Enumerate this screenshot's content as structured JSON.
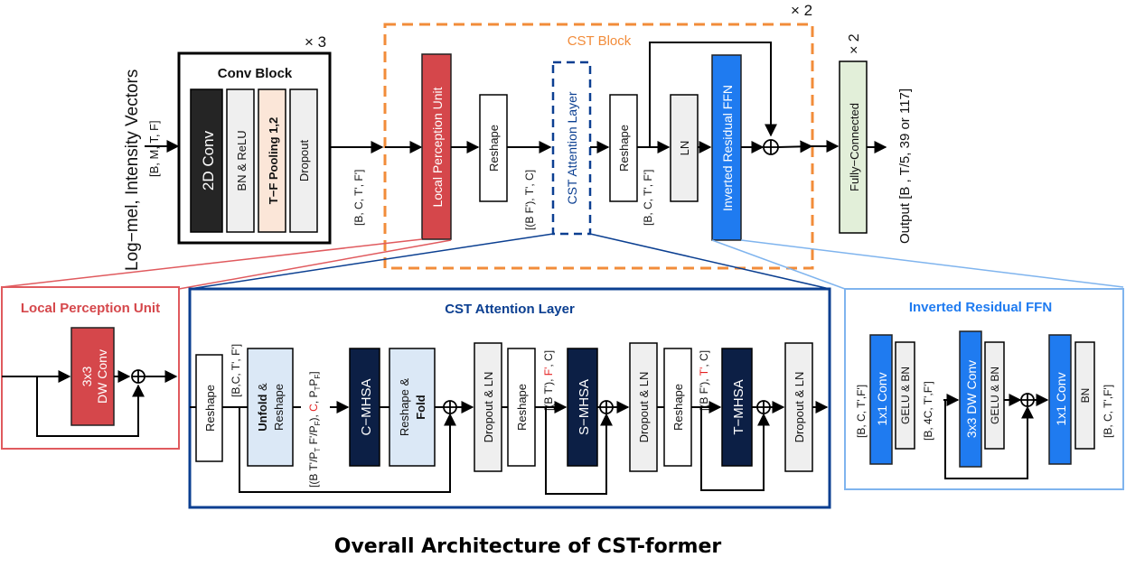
{
  "title": "Overall Architecture of CST-former",
  "colors": {
    "lpu_red": "#d5474b",
    "lpu_outline": "#e05a5e",
    "cst_blue": "#0b3f91",
    "ffn_blue": "#1f7bf0",
    "ffn_light_blue": "#7fb4ee",
    "cst_orange": "#f28c3a",
    "dark": "#252525",
    "navy": "#0c1f45",
    "light_gray": "#efefef",
    "light_blue_box": "#dbe8f6",
    "peach": "#fbe6d8",
    "pale_green": "#e2efd9",
    "highlight_red": "#e52222"
  },
  "top": {
    "input_label": "Log−mel, Intensity Vectors",
    "input_shape": "[B, M, T, F]",
    "conv_block": {
      "title": "Conv Block",
      "repeat": "× 3",
      "layers": [
        "2D Conv",
        "BN & ReLU",
        "T−F Pooling 1,2",
        "Dropout"
      ]
    },
    "after_conv_shape": "[B, C, T', F']",
    "cst_block": {
      "title": "CST Block",
      "repeat": "× 2",
      "lpu": "Local Perception Unit",
      "reshape1": "Reshape",
      "shape1": "[(B F'), T', C]",
      "attention": "CST Attention Layer",
      "reshape2": "Reshape",
      "shape2": "[B, C, T', F']",
      "ln": "LN",
      "ffn": "Inverted Residual FFN"
    },
    "fc": {
      "label": "Fully−Connected",
      "repeat": "× 2"
    },
    "output": "Output [B , T/5, 39 or 117]"
  },
  "lpu_detail": {
    "title": "Local Perception Unit",
    "conv_line1": "3x3",
    "conv_line2": "DW Conv"
  },
  "attention_detail": {
    "title": "CST Attention Layer",
    "reshape_in": "Reshape",
    "shape_in": "[B,C, T', F']",
    "unfold_bold": "Unfold",
    "unfold_rest": " &",
    "unfold_line2": "Reshape",
    "unfold_shape_pre": "[(B T'/P",
    "unfold_shape_sub1": "T",
    "unfold_shape_mid": "  F'/P",
    "unfold_shape_sub2": "F",
    "unfold_shape_mid2": "), ",
    "unfold_shape_red": "C",
    "unfold_shape_post": ", P",
    "unfold_shape_sub3": "T",
    "unfold_shape_p2": "P",
    "unfold_shape_sub4": "F",
    "unfold_shape_end": "]",
    "cmhsa": "C−MHSA",
    "fold_line1": "Reshape &",
    "fold_line2": "Fold",
    "dropout_ln": "Dropout & LN",
    "reshape_s": "Reshape",
    "s_shape_pre": "[(B T'), ",
    "s_shape_red": "F'",
    "s_shape_post": ", C]",
    "smhsa": "S−MHSA",
    "reshape_t": "Reshape",
    "t_shape_pre": "[(B F'), ",
    "t_shape_red": "T'",
    "t_shape_post": ", C]",
    "tmhsa": "T−MHSA"
  },
  "ffn_detail": {
    "title": "Inverted Residual FFN",
    "shape_in": "[B, C, T',F']",
    "conv1": "1x1 Conv",
    "gelu_bn1": "GELU & BN",
    "shape_mid": "[B, 4C, T',F']",
    "dwconv": "3x3 DW Conv",
    "gelu_bn2": "GELU & BN",
    "conv2": "1x1 Conv",
    "bn": "BN",
    "shape_out": "[B, C, T',F']"
  }
}
